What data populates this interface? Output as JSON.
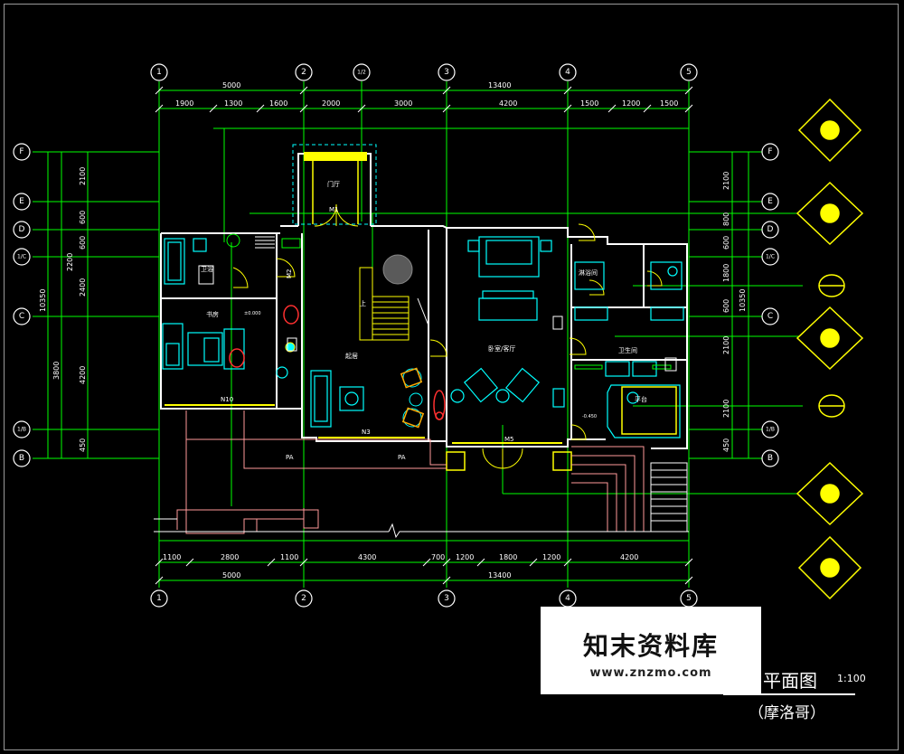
{
  "drawing": {
    "title": "平面图",
    "scale": "1:100",
    "subtitle": "（摩洛哥）",
    "watermark": {
      "name": "知末资料库",
      "url": "www.znzmo.com"
    }
  },
  "grid_labels": {
    "top": [
      "1",
      "2",
      "1/2",
      "3",
      "4",
      "5"
    ],
    "bottom": [
      "1",
      "2",
      "3",
      "4",
      "5"
    ],
    "left": [
      "F",
      "E",
      "D",
      "1/C",
      "C",
      "1/B",
      "B"
    ],
    "right": [
      "F",
      "E",
      "D",
      "1/C",
      "C",
      "1/B",
      "B"
    ]
  },
  "dimensions": {
    "top_total_a": "5000",
    "top_total_b": "13400",
    "top_segments": [
      "1900",
      "1300",
      "1600",
      "2000",
      "3000",
      "4200",
      "1500",
      "1200",
      "1500"
    ],
    "bottom_segments": [
      "1100",
      "2800",
      "1100",
      "4300",
      "700",
      "1200",
      "1800",
      "1200",
      "4200"
    ],
    "bottom_total_a": "5000",
    "bottom_total_b": "13400",
    "left_outer": "10350",
    "left_mid": [
      "3800"
    ],
    "left_inner": [
      "2100",
      "600",
      "600",
      "2200",
      "2400",
      "4200",
      "450"
    ],
    "right_inner": [
      "2100",
      "800",
      "600",
      "1800",
      "600",
      "2100",
      "2100",
      "450"
    ],
    "right_outer": "10350"
  },
  "rooms": {
    "foyer": "门厅",
    "bath": "卫浴",
    "study": "书房",
    "living": "起居",
    "bedroom": "卧室/客厅",
    "shower": "淋浴间",
    "toilet": "卫生间",
    "terrace": "平台"
  },
  "marks": {
    "door_m1": "M1",
    "door_m2": "M2",
    "window_n1": "N10",
    "window_n3": "N3",
    "window_m5": "M5",
    "pa_left": "PA",
    "pa_right": "PA",
    "elev_1": "±0.000",
    "elev_2": "-0.450",
    "up": "上"
  },
  "colors": {
    "green": "#00ff00",
    "white": "#ffffff",
    "yellow": "#ffff00",
    "cyan": "#00ffff",
    "pink": "#ff9a9a",
    "red": "#ff3030"
  }
}
